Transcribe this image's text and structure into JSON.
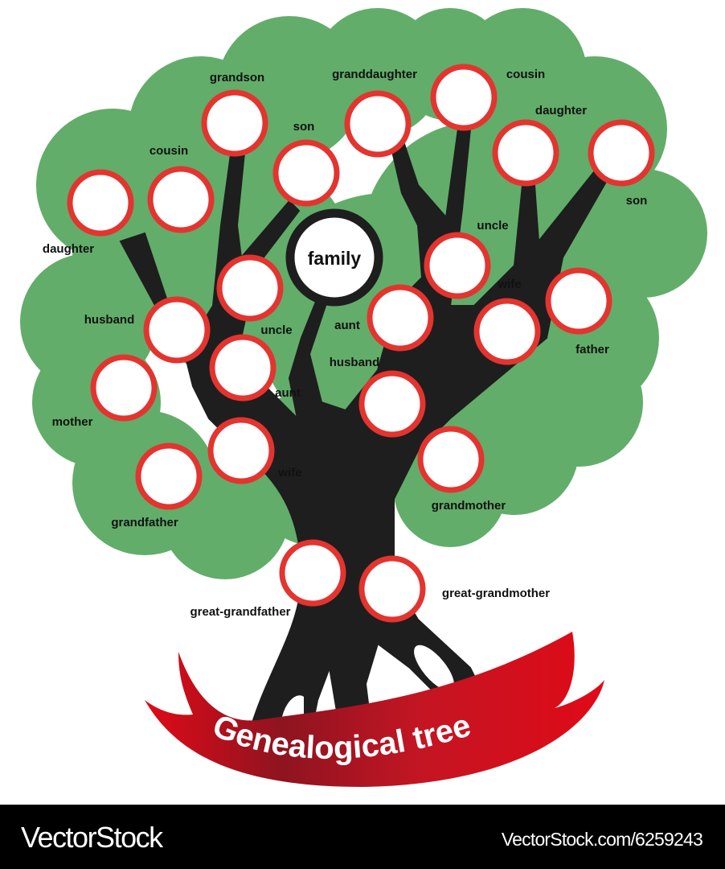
{
  "center_label": "family",
  "banner_title": "Genealogical tree",
  "members": [
    {
      "label": "daughter"
    },
    {
      "label": "cousin"
    },
    {
      "label": "grandson"
    },
    {
      "label": "son"
    },
    {
      "label": "granddaughter"
    },
    {
      "label": "cousin"
    },
    {
      "label": "daughter"
    },
    {
      "label": "son"
    },
    {
      "label": "uncle"
    },
    {
      "label": "husband"
    },
    {
      "label": "mother"
    },
    {
      "label": "aunt"
    },
    {
      "label": "uncle"
    },
    {
      "label": "aunt"
    },
    {
      "label": "wife"
    },
    {
      "label": "father"
    },
    {
      "label": "husband"
    },
    {
      "label": "wife"
    },
    {
      "label": "grandfather"
    },
    {
      "label": "grandmother"
    },
    {
      "label": "great-grandfather"
    },
    {
      "label": "great-grandmother"
    }
  ],
  "colors": {
    "canopy": "#62ad6a",
    "trunk": "#1e1e1e",
    "ring": "#e3342f",
    "banner": "#d40a1a"
  },
  "footer": {
    "brand": "VectorStock",
    "url": "VectorStock.com/6259243"
  }
}
